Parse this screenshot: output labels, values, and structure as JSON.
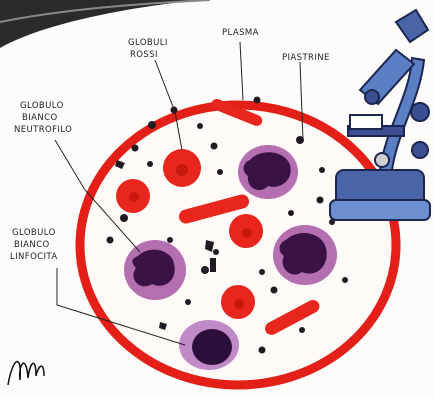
{
  "labels": {
    "globuli_rossi": [
      "GLOBULI",
      "ROSSI"
    ],
    "plasma": "PLASMA",
    "piastrine": "PIASTRINE",
    "globulo_bianco_neutrofilo": [
      "GLOBULO",
      "BIANCO",
      "NEUTROFILO"
    ],
    "globulo_bianco_linfocita": [
      "GLOBULO",
      "BIANCO",
      "LINFOCITA"
    ]
  },
  "colors": {
    "red_cell": "#e8261d",
    "red_cell_center": "#c8180f",
    "ring": "#e41f18",
    "nucleus": "#3a1246",
    "cytoplasm": "#b46fb0",
    "platelet": "#221a22",
    "microscope": "#5a7fc4"
  },
  "icons": {
    "instrument": "microscope-icon",
    "signature": "signature-mark"
  }
}
